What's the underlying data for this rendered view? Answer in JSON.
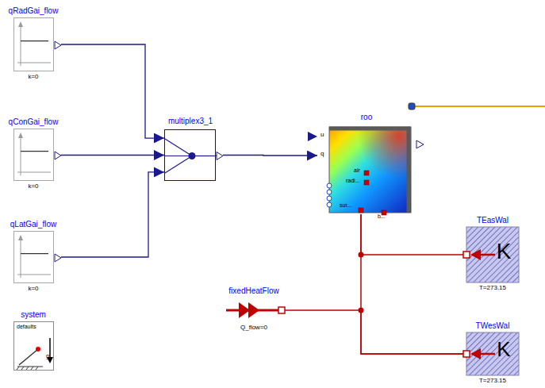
{
  "diagram": {
    "nodes": [
      {
        "text": [
          "qRadGai_flow",
          "k=0"
        ]
      },
      {
        "text": [
          "qConGai_flow",
          "k=0"
        ]
      },
      {
        "text": [
          "qLatGai_flow",
          "k=0"
        ]
      },
      {
        "text": [
          "system",
          "defaults",
          "g"
        ]
      },
      {
        "text": [
          "multiplex3_1"
        ]
      },
      {
        "text": [
          "roo",
          "air",
          "radi...",
          "sur...",
          "b..."
        ]
      },
      {
        "text": [
          "fixedHeatFlow",
          "Q_flow=0"
        ]
      },
      {
        "text": [
          "TEasWal",
          "K",
          "T=273.15"
        ]
      },
      {
        "text": [
          "TWesWal",
          "K",
          "T=273.15"
        ]
      }
    ],
    "edges": [
      {
        "from": 0,
        "to": 4,
        "arrow": "to"
      },
      {
        "from": 1,
        "to": 4,
        "arrow": "to"
      },
      {
        "from": 2,
        "to": 4,
        "arrow": "to"
      },
      {
        "from": 4,
        "to": 5,
        "arrow": "to"
      },
      {
        "from": 5,
        "to": 7,
        "arrow": "none"
      },
      {
        "from": 5,
        "to": 8,
        "arrow": "none"
      },
      {
        "from": 6,
        "to": 8,
        "arrow": "none"
      }
    ],
    "labels": [
      "u",
      "q"
    ]
  }
}
